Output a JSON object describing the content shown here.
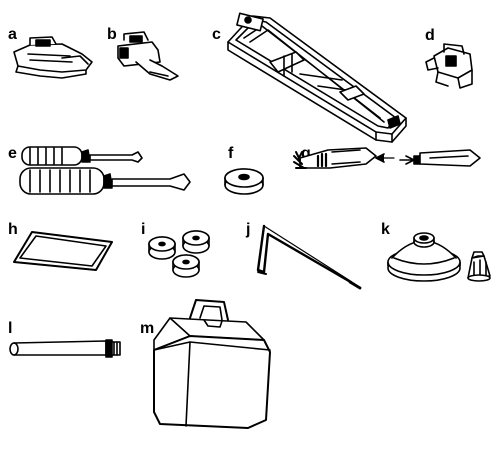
{
  "labels": {
    "a": "a",
    "b": "b",
    "c": "c",
    "d": "d",
    "e": "e",
    "f": "f",
    "g": "g",
    "h": "h",
    "i": "i",
    "j": "j",
    "k": "k",
    "l": "l",
    "m": "m"
  },
  "colors": {
    "ink": "#000000",
    "paper": "#ffffff",
    "shade": "#9a9a9a",
    "dark": "#2a2a2a"
  }
}
